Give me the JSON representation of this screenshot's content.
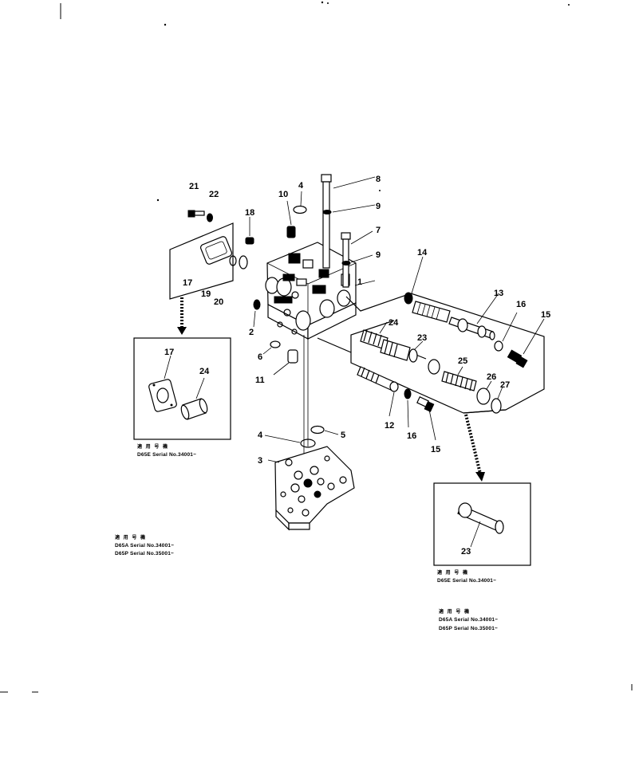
{
  "callouts": {
    "c1": "1",
    "c2": "2",
    "c3": "3",
    "c4a": "4",
    "c4b": "4",
    "c5": "5",
    "c6": "6",
    "c7": "7",
    "c8": "8",
    "c9a": "9",
    "c9b": "9",
    "c10": "10",
    "c11": "11",
    "c12": "12",
    "c13": "13",
    "c14": "14",
    "c15a": "15",
    "c15b": "15",
    "c16a": "16",
    "c16b": "16",
    "c17a": "17",
    "c17b": "17",
    "c18": "18",
    "c19": "19",
    "c20": "20",
    "c21": "21",
    "c22": "22",
    "c23a": "23",
    "c23b": "23",
    "c24a": "24",
    "c24b": "24",
    "c25": "25",
    "c26": "26",
    "c27": "27"
  },
  "notes": {
    "left_box": {
      "jp": "適 用 号 機",
      "line1": "D65E  Serial  No.34001~"
    },
    "center": {
      "jp": "適 用 号 機",
      "line1": "D65A  Serial  No.34001~",
      "line2": "D65P  Serial  No.35001~"
    },
    "right_box": {
      "jp": "適 用 号 機",
      "line1": "D65E  Serial  No.34001~"
    },
    "bottom_right": {
      "jp": "適 用 号 機",
      "line1": "D65A  Serial  No.34001~",
      "line2": "D65P  Serial  No.35001~"
    }
  }
}
